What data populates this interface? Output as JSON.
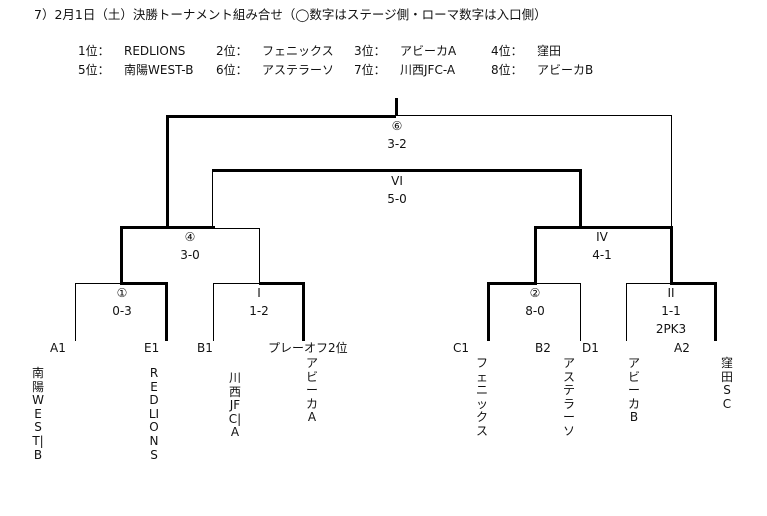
{
  "title": "7）2月1日（土）決勝トーナメント組み合せ（◯数字はステージ側・ローマ数字は入口側）",
  "rankings": [
    {
      "rank": "1位：",
      "team": "REDLIONS"
    },
    {
      "rank": "2位：",
      "team": "フェニックス"
    },
    {
      "rank": "3位：",
      "team": "アビーカA"
    },
    {
      "rank": "4位：",
      "team": "窪田"
    },
    {
      "rank": "5位：",
      "team": "南陽WEST-B"
    },
    {
      "rank": "6位：",
      "team": "アステラーソ"
    },
    {
      "rank": "7位：",
      "team": "川西JFC-A"
    },
    {
      "rank": "8位：",
      "team": "アビーカB"
    }
  ],
  "matches": {
    "m1": {
      "id": "①",
      "score": "0-3"
    },
    "m_I": {
      "id": "I",
      "score": "1-2"
    },
    "m2": {
      "id": "②",
      "score": "8-0"
    },
    "m_II": {
      "id": "II",
      "score": "1-1",
      "pk": "2PK3"
    },
    "m4": {
      "id": "④",
      "score": "3-0"
    },
    "m_IV": {
      "id": "IV",
      "score": "4-1"
    },
    "m_VI": {
      "id": "VI",
      "score": "5-0"
    },
    "m6": {
      "id": "⑥",
      "score": "3-2"
    }
  },
  "slots": {
    "a1": "A1",
    "e1": "E1",
    "b1": "B1",
    "playoff": "プレーオフ2位",
    "c1": "C1",
    "b2": "B2",
    "d1": "D1",
    "a2": "A2"
  },
  "teams": {
    "t1": "南陽WEST|B",
    "t2": "REDLIONS",
    "t3": "川西JFC|A",
    "t4": "アビーカA",
    "t5": "フェニックス",
    "t6": "アステラーソ",
    "t7": "アビーカB",
    "t8": "窪田SC"
  }
}
